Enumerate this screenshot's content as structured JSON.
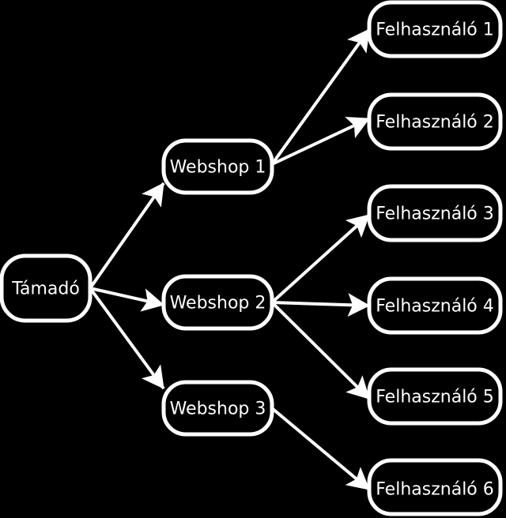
{
  "colors": {
    "background": "#000000",
    "stroke": "#ffffff",
    "text": "#ffffff"
  },
  "nodes": {
    "attacker": "Támadó",
    "webshop1": "Webshop 1",
    "webshop2": "Webshop 2",
    "webshop3": "Webshop 3",
    "user1": "Felhasználó 1",
    "user2": "Felhasználó 2",
    "user3": "Felhasználó 3",
    "user4": "Felhasználó 4",
    "user5": "Felhasználó 5",
    "user6": "Felhasználó 6"
  },
  "edges": [
    {
      "from": "attacker",
      "to": "webshop1"
    },
    {
      "from": "attacker",
      "to": "webshop2"
    },
    {
      "from": "attacker",
      "to": "webshop3"
    },
    {
      "from": "webshop1",
      "to": "user1"
    },
    {
      "from": "webshop1",
      "to": "user2"
    },
    {
      "from": "webshop2",
      "to": "user3"
    },
    {
      "from": "webshop2",
      "to": "user4"
    },
    {
      "from": "webshop2",
      "to": "user5"
    },
    {
      "from": "webshop3",
      "to": "user6"
    }
  ]
}
